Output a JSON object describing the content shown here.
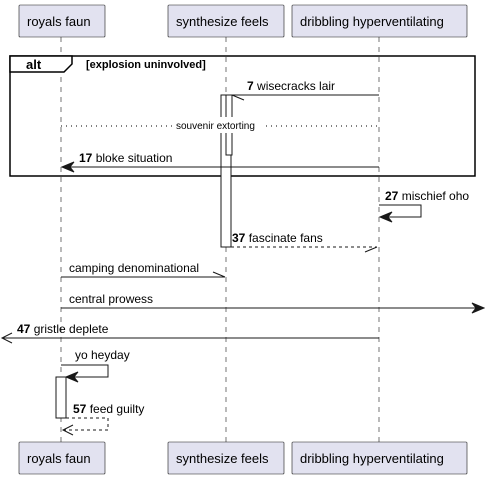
{
  "participants": [
    "royals faun",
    "synthesize feels",
    "dribbling hyperventilating"
  ],
  "frame": {
    "keyword": "alt",
    "guard": "[explosion uninvolved]"
  },
  "separator_text": "souvenir extorting",
  "messages": [
    {
      "number": "7",
      "label": "wisecracks lair",
      "from": "dribbling hyperventilating",
      "to": "synthesize feels",
      "style": "solid",
      "head": "open-half"
    },
    {
      "number": "17",
      "label": "bloke situation",
      "from": "dribbling hyperventilating",
      "to": "royals faun",
      "style": "solid",
      "head": "filled"
    },
    {
      "number": "27",
      "label": "mischief oho",
      "from": "dribbling hyperventilating",
      "to": "dribbling hyperventilating",
      "style": "solid",
      "head": "filled"
    },
    {
      "number": "37",
      "label": "fascinate fans",
      "from": "synthesize feels",
      "to": "dribbling hyperventilating",
      "style": "dashed",
      "head": "open-half"
    },
    {
      "number": "",
      "label": "camping denominational",
      "from": "royals faun",
      "to": "synthesize feels",
      "style": "solid",
      "head": "open-half"
    },
    {
      "number": "",
      "label": "central prowess",
      "from": "royals faun",
      "to": "right edge",
      "style": "solid",
      "head": "filled"
    },
    {
      "number": "47",
      "label": "gristle deplete",
      "from": "dribbling hyperventilating",
      "to": "left edge",
      "style": "solid",
      "head": "open"
    },
    {
      "number": "",
      "label": "yo heyday",
      "from": "royals faun",
      "to": "royals faun",
      "style": "solid",
      "head": "filled"
    },
    {
      "number": "57",
      "label": "feed guilty",
      "from": "royals faun",
      "to": "royals faun",
      "style": "dashed",
      "head": "open"
    }
  ]
}
